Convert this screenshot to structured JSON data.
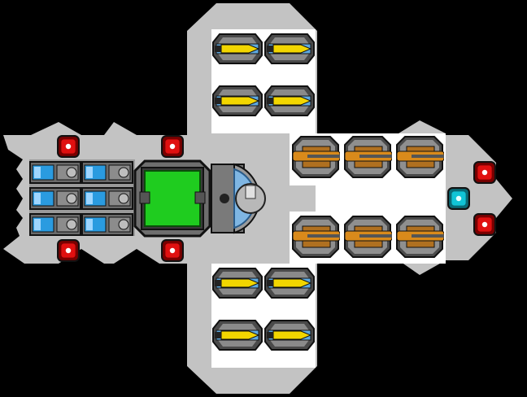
{
  "screen": {
    "type": "ship-blueprint",
    "background_color": "#000000",
    "hull_color": "#c3c3c3",
    "bay_color": "#ffffff"
  },
  "palette": {
    "red_node": "#e01010",
    "cyan_node": "#11c4d6",
    "reactor_green": "#1fcc1f",
    "thruster_blue": "#2a9be0",
    "missile_yellow": "#f2d600",
    "cannon_orange": "#d98a1b",
    "dome_blue": "#7fb6e3"
  },
  "modules": {
    "engine_cells": {
      "icon": "thruster-cell-icon",
      "count": 6
    },
    "reactor": {
      "icon": "reactor-core-icon",
      "count": 1
    },
    "cockpit": {
      "icon": "cockpit-dome-icon",
      "count": 1
    },
    "missile_pods": {
      "icon": "missile-pod-icon",
      "count": 8
    },
    "cannons": {
      "icon": "cannon-turret-icon",
      "count": 6
    },
    "hardpoints": {
      "icon": "hardpoint-red-icon",
      "count": 6
    },
    "sensor": {
      "icon": "hardpoint-cyan-icon",
      "count": 1
    }
  }
}
